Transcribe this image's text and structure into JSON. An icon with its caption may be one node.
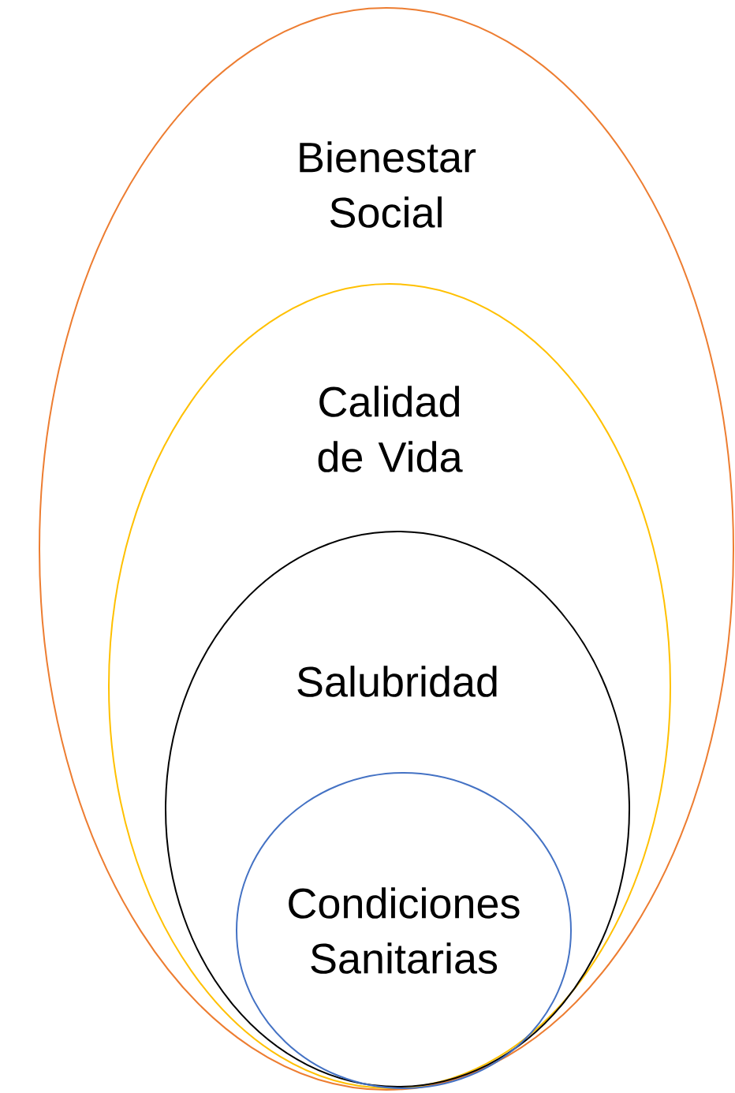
{
  "diagram": {
    "nodes": [
      {
        "text": [
          "Bienestar Social"
        ]
      },
      {
        "text": [
          "Calidad de Vida"
        ],
        "in": 0
      },
      {
        "text": [
          "Salubridad"
        ],
        "in": 1
      },
      {
        "text": [
          "Condiciones Sanitarias"
        ],
        "in": 2
      }
    ]
  }
}
